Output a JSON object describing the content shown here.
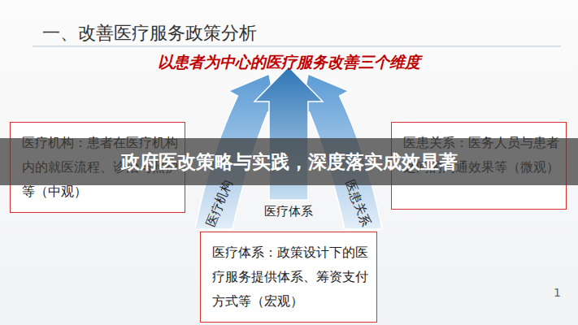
{
  "diagram": {
    "title": "一、改善医疗服务政策分析",
    "nodes": [
      {
        "text": [
          "医疗机构：患者在医疗机构内的就医流程、诊治与照护等（中观）"
        ]
      },
      {
        "text": [
          "医患关系：医务人员与患者之间的沟通效果等（微观）"
        ]
      },
      {
        "text": [
          "医疗体系：政策设计下的医疗服务提供体系、筹资支付方式等（宏观）"
        ]
      }
    ],
    "labels": [
      "以患者为中心的医疗服务改善三个维度",
      "医疗机构",
      "医患关系",
      "医疗体系",
      "政府医改策略与实践，深度落实成效显著",
      "1"
    ]
  }
}
